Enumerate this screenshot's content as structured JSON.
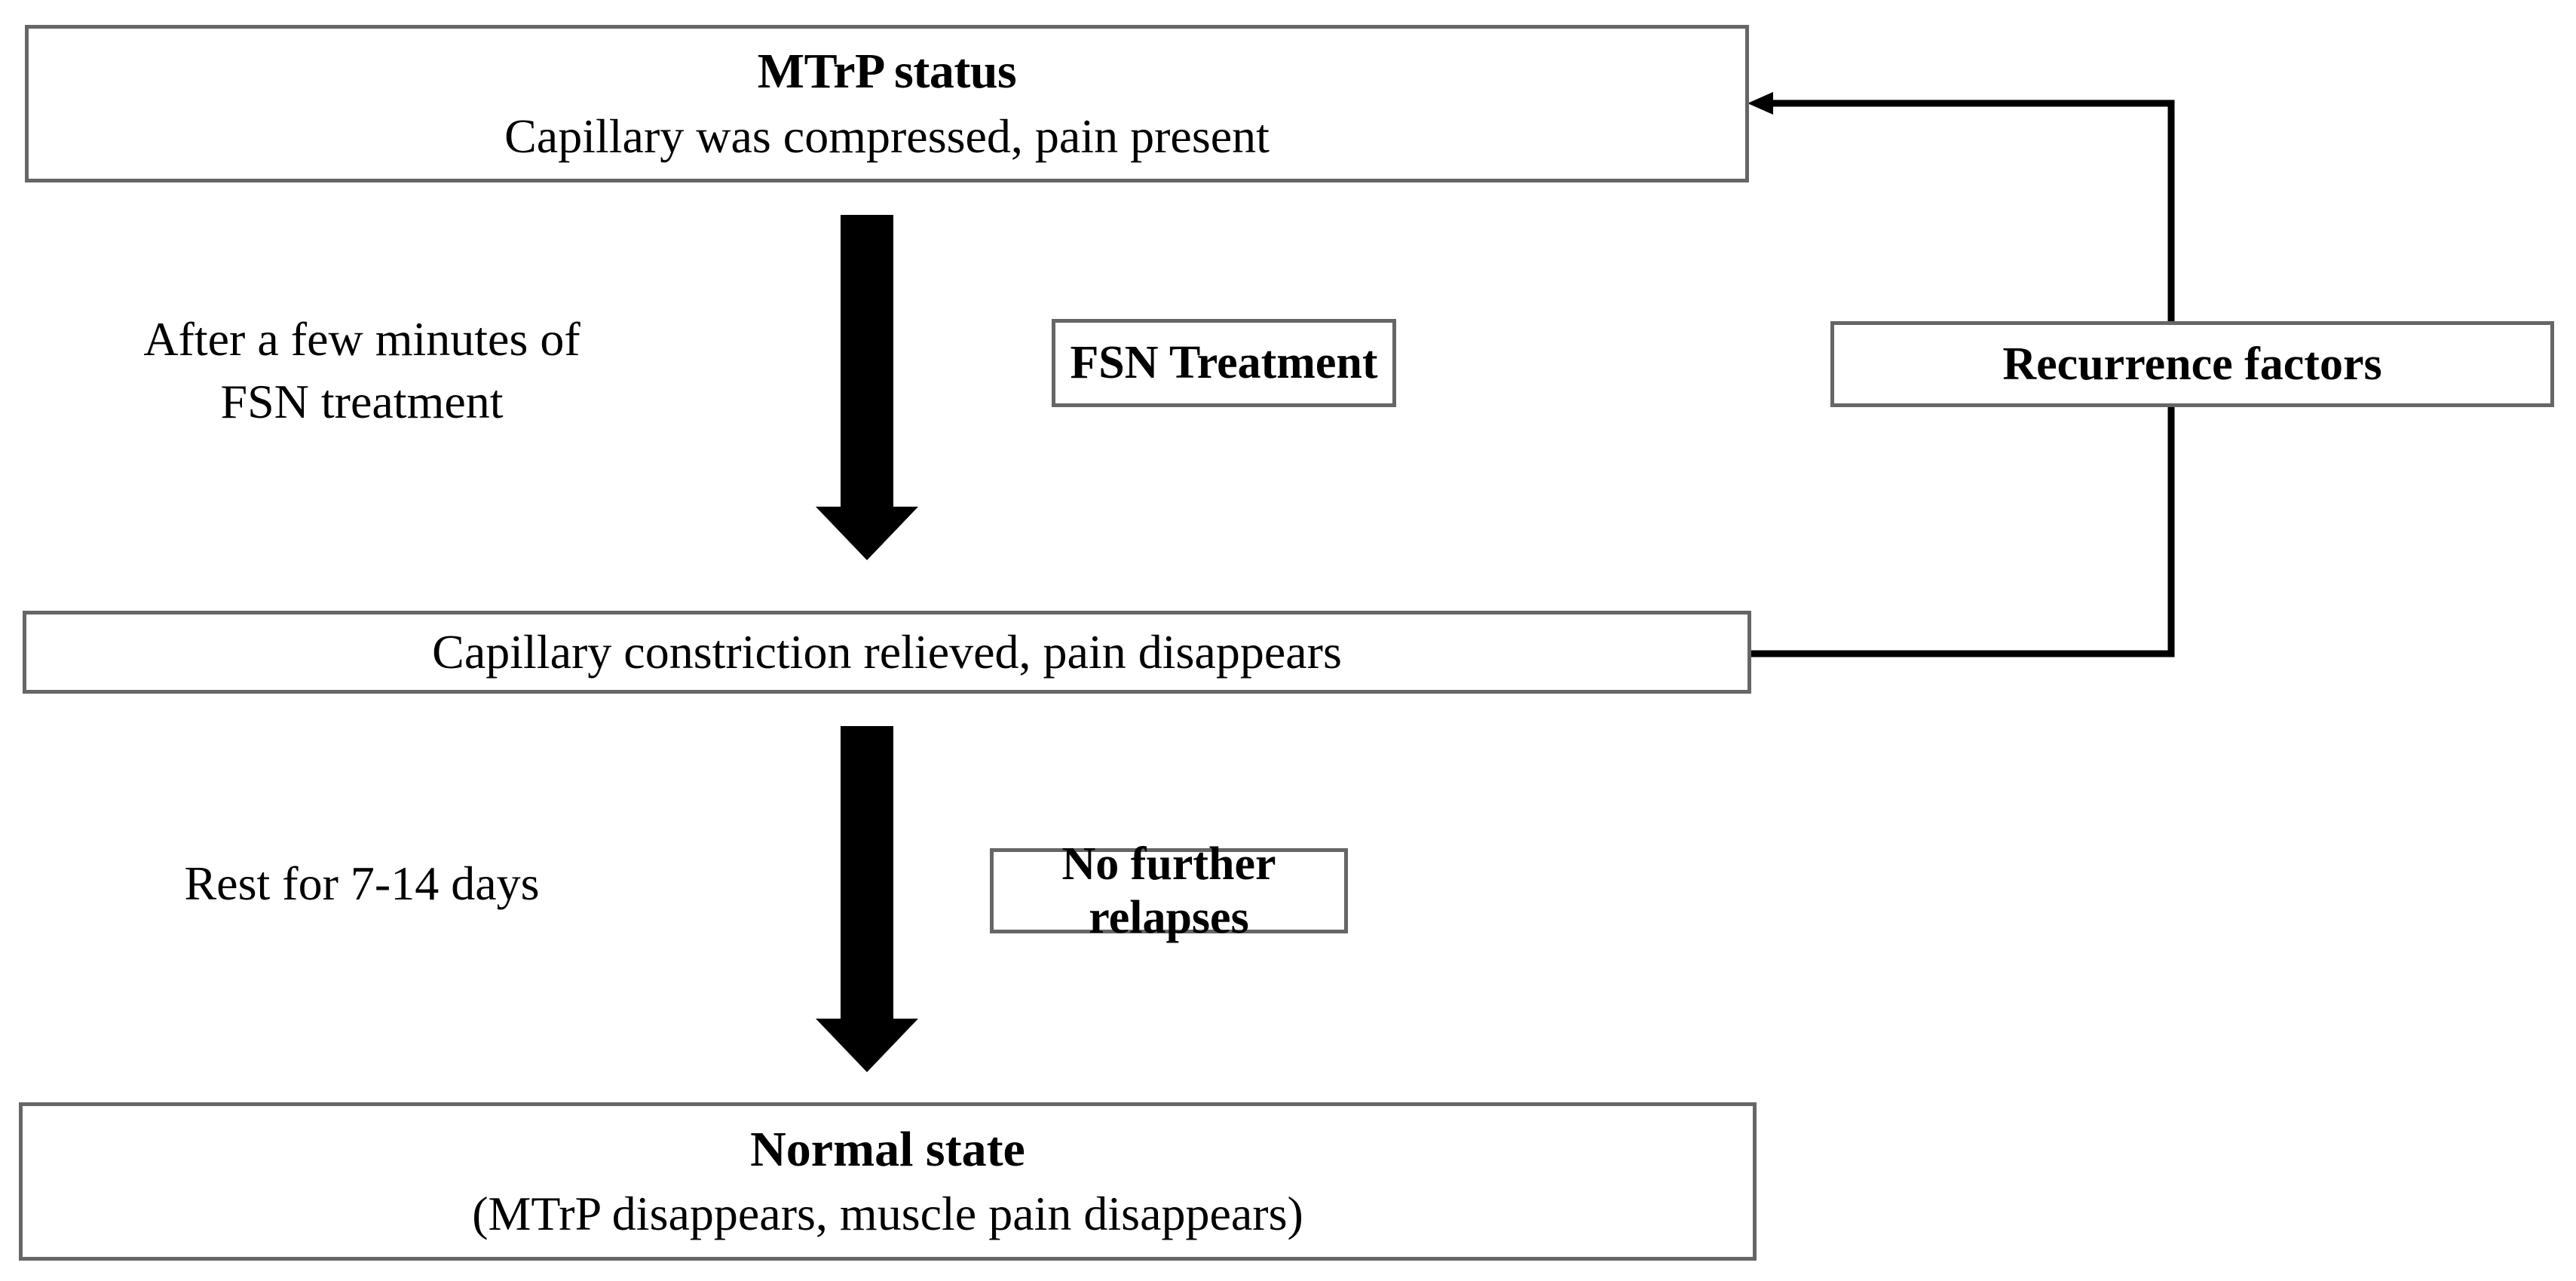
{
  "diagram": {
    "title": "MTrP status and FSN treatment flow",
    "background_color": "#ffffff",
    "box_border_color": "#666666",
    "arrow_color": "#000000",
    "text_color": "#000000"
  },
  "nodes": {
    "mtrp_status": {
      "heading": "MTrP status",
      "detail": "Capillary was compressed, pain present"
    },
    "relieved": {
      "detail": "Capillary constriction relieved, pain disappears"
    },
    "normal_state": {
      "heading": "Normal state",
      "detail": "(MTrP disappears, muscle pain disappears)"
    }
  },
  "side_boxes": {
    "fsn_treatment": "FSN Treatment",
    "no_further_relapses": "No further relapses",
    "recurrence_factors": "Recurrence factors"
  },
  "step_labels": {
    "after_fsn": {
      "line1": "After a few minutes of",
      "line2": "FSN treatment"
    },
    "rest": {
      "line1": "Rest for 7-14 days"
    }
  },
  "connectors": {
    "arrow_down_1": "thick-down-arrow",
    "arrow_down_2": "thick-down-arrow",
    "feedback_loop": "relieved-to-mtrp-recurrence-arrow"
  }
}
